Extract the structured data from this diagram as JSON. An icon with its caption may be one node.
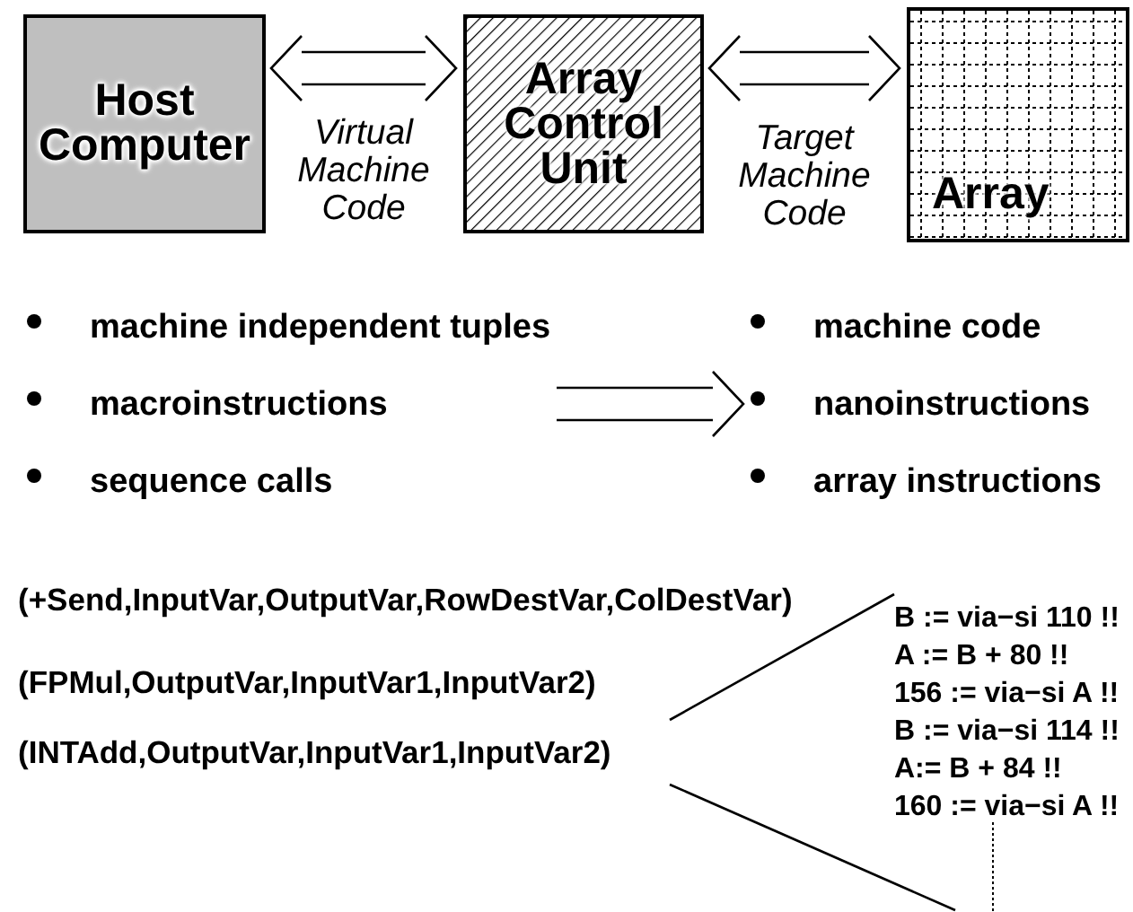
{
  "diagram": {
    "nodes": [
      {
        "text": [
          "Host Computer"
        ]
      },
      {
        "text": [
          "Array Control Unit"
        ]
      },
      {
        "text": [
          "Array"
        ]
      },
      {
        "text": [
          "machine independent tuples",
          "macroinstructions",
          "sequence calls"
        ]
      },
      {
        "text": [
          "machine code",
          "nanoinstructions",
          "array instructions"
        ]
      },
      {
        "text": [
          "(+Send,InputVar,OutputVar,RowDestVar,ColDestVar)"
        ]
      },
      {
        "text": [
          "(FPMul,OutputVar,InputVar1,InputVar2)"
        ]
      },
      {
        "text": [
          "(INTAdd,OutputVar,InputVar1,InputVar2)"
        ]
      },
      {
        "text": [
          "B := via−si 110 !!",
          "A := B + 80 !!",
          "156 := via−si A !!",
          "B := via−si 114 !!",
          "A:= B + 84 !!",
          "160 := via−si A !!"
        ]
      }
    ],
    "edges": [
      {
        "from": 0,
        "to": 1,
        "arrow": "both",
        "label": "Virtual Machine Code"
      },
      {
        "from": 1,
        "to": 2,
        "arrow": "both",
        "label": "Target Machine Code"
      },
      {
        "from": 3,
        "to": 4,
        "arrow": "to"
      },
      {
        "from": 7,
        "to": 8,
        "arrow": "none"
      },
      {
        "from": 7,
        "to": 8,
        "arrow": "none"
      }
    ]
  }
}
